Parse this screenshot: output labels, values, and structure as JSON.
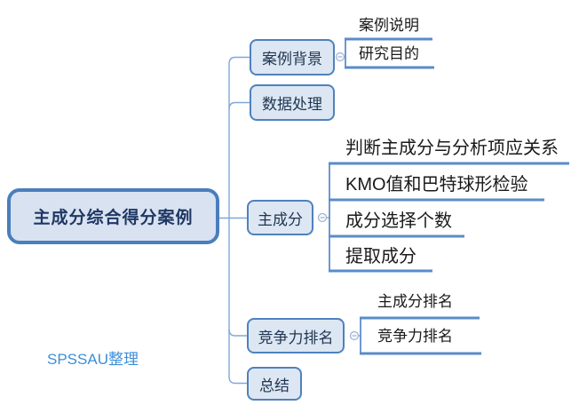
{
  "root": {
    "label": "主成分综合得分案例"
  },
  "branches": [
    {
      "label": "案例背景",
      "children": [
        "案例说明",
        "研究目的"
      ]
    },
    {
      "label": "数据处理",
      "children": []
    },
    {
      "label": "主成分",
      "children": [
        "判断主成分与分析项应关系",
        "KMO值和巴特球形检验",
        "成分选择个数",
        "提取成分"
      ]
    },
    {
      "label": "竞争力排名",
      "children": [
        "主成分排名",
        "竞争力排名"
      ]
    },
    {
      "label": "总结",
      "children": []
    }
  ],
  "watermark": "SPSSAU整理",
  "icons": {
    "collapse": "minus-in-circle"
  },
  "colors": {
    "node_border": "#4f81bd",
    "node_fill": "#dde7f3",
    "root_text": "#1f3864",
    "branch_line": "#5a8cc8",
    "connector_line": "#7fa8d9",
    "leaf_text": "#1a1a1a",
    "watermark_text": "#3e8ed8",
    "background": "#ffffff"
  }
}
